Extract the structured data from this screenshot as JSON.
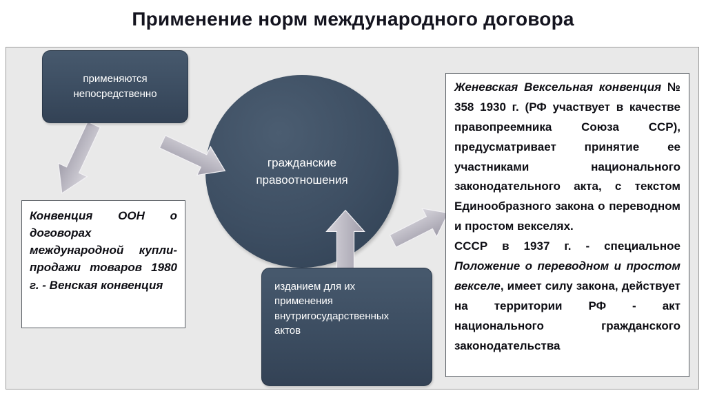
{
  "title": "Применение норм международного договора",
  "colors": {
    "box_dark": "#3d4e62",
    "arrow_gray": "#b3b0ba",
    "panel_bg": "#e9e9e9"
  },
  "diagram": {
    "direct_box": "применяются непосредственно",
    "circle": "гражданские правоотношения",
    "acts_box": "изданием для их применения внутригосударственных актов",
    "vienna": "Конвенция ООН о договорах международной купли-продажи товаров 1980 г. - Венская конвенция",
    "geneva": {
      "seg1": "Женевская Вексельная конвенция",
      "seg2": " № 358 1930 г. (РФ участвует в качестве правопреемника Союза ССР), предусматривает принятие ее участниками национального законодательного акта, с текстом Единообразного закона о переводном и простом векселях.",
      "seg3": "СССР в 1937 г. - специальное ",
      "seg4": "Положение о переводном и простом векселе",
      "seg5": ", имеет силу закона, действует на территории РФ - акт национального гражданского законодательства"
    }
  }
}
